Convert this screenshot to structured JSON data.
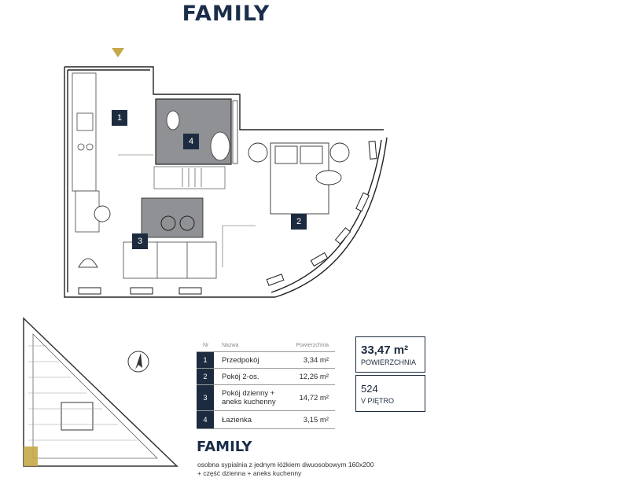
{
  "header": {
    "title": "FAMILY"
  },
  "rooms": [
    {
      "num": "1",
      "name": "Przedpokój",
      "area": "3,34 m²"
    },
    {
      "num": "2",
      "name": "Pokój 2-os.",
      "area": "12,26 m²"
    },
    {
      "num": "3",
      "name": "Pokój dzienny + aneks kuchenny",
      "area": "14,72 m²"
    },
    {
      "num": "4",
      "name": "Łazienka",
      "area": "3,15 m²"
    }
  ],
  "table_headers": {
    "nr": "Nr",
    "name": "Nazwa",
    "area": "Powierzchnia"
  },
  "summary": {
    "total_area": "33,47 m²",
    "total_area_label": "POWIERZCHNIA",
    "unit_number": "524",
    "floor_label": "V PIĘTRO"
  },
  "footer": {
    "title": "FAMILY",
    "desc_line1": "osobna sypialnia z jednym łóżkiem dwuosobowym 160x200",
    "desc_line2": "+ część dzienna + aneks kuchenny"
  },
  "colors": {
    "accent": "#1c2b3f",
    "gold": "#c7a84a",
    "bathroom": "#8f9195"
  }
}
